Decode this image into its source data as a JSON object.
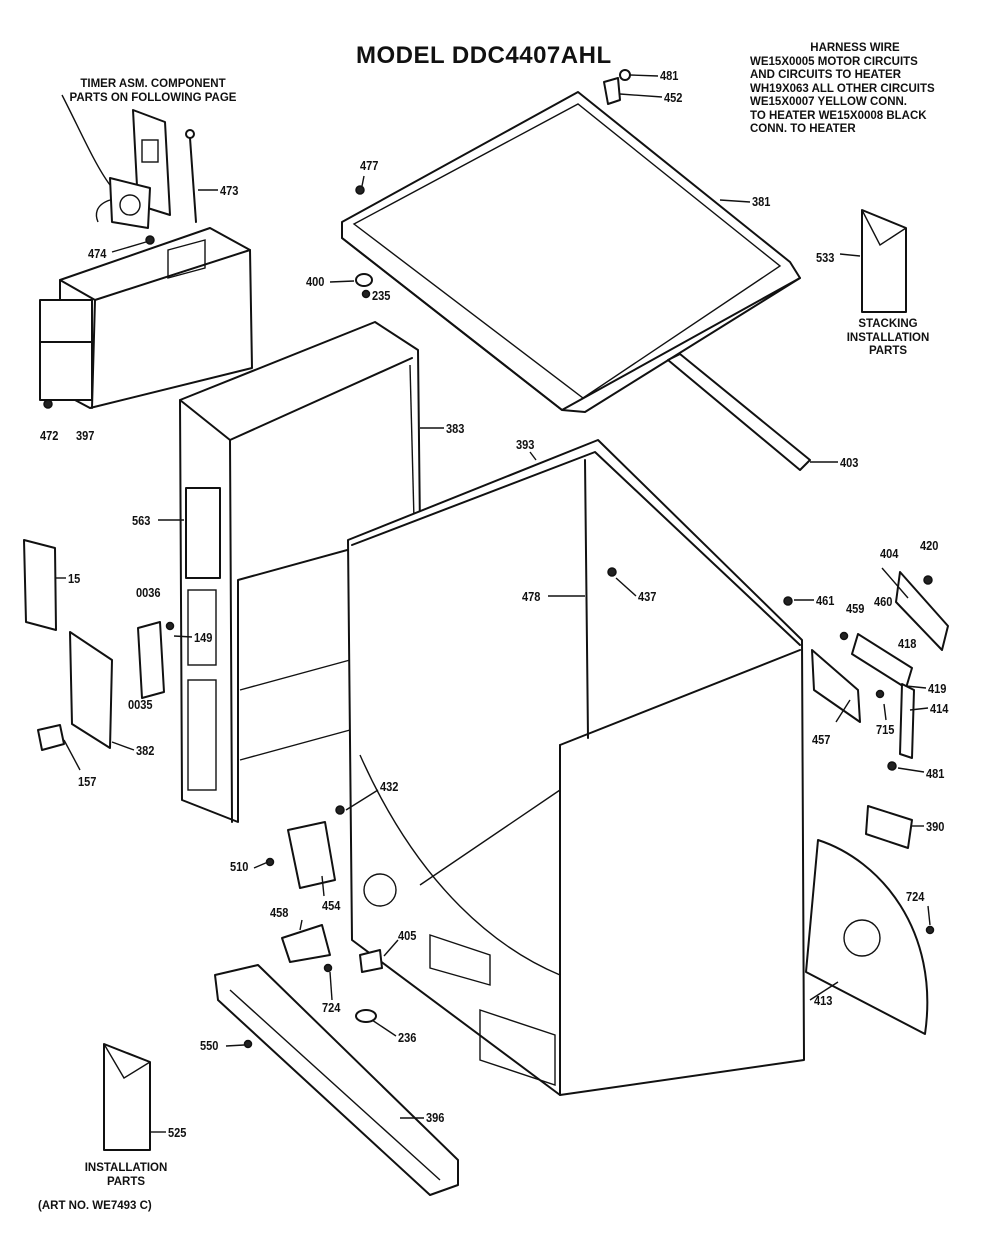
{
  "title": "MODEL DDC4407AHL",
  "notes": {
    "harness_heading": "HARNESS WIRE",
    "harness_lines": [
      "WE15X0005 MOTOR CIRCUITS",
      "AND CIRCUITS TO HEATER",
      "WH19X063 ALL OTHER CIRCUITS",
      "WE15X0007 YELLOW CONN.",
      "TO HEATER   WE15X0008 BLACK",
      "CONN. TO HEATER"
    ],
    "timer_lines": [
      "TIMER ASM. COMPONENT",
      "PARTS ON FOLLOWING PAGE"
    ],
    "stacking_lines": [
      "STACKING",
      "INSTALLATION",
      "PARTS"
    ],
    "installation_lines": [
      "INSTALLATION",
      "PARTS"
    ],
    "art_no": "(ART NO. WE7493 C)"
  },
  "parts": [
    {
      "id": "p481a",
      "label": "481"
    },
    {
      "id": "p452",
      "label": "452"
    },
    {
      "id": "p477",
      "label": "477"
    },
    {
      "id": "p381",
      "label": "381"
    },
    {
      "id": "p473",
      "label": "473"
    },
    {
      "id": "p474",
      "label": "474"
    },
    {
      "id": "p400",
      "label": "400"
    },
    {
      "id": "p235",
      "label": "235"
    },
    {
      "id": "p533",
      "label": "533"
    },
    {
      "id": "p472",
      "label": "472"
    },
    {
      "id": "p397",
      "label": "397"
    },
    {
      "id": "p383",
      "label": "383"
    },
    {
      "id": "p393",
      "label": "393"
    },
    {
      "id": "p403",
      "label": "403"
    },
    {
      "id": "p563",
      "label": "563"
    },
    {
      "id": "p15",
      "label": "15"
    },
    {
      "id": "p0036",
      "label": "0036"
    },
    {
      "id": "p149",
      "label": "149"
    },
    {
      "id": "p0035",
      "label": "0035"
    },
    {
      "id": "p478",
      "label": "478"
    },
    {
      "id": "p437",
      "label": "437"
    },
    {
      "id": "p404",
      "label": "404"
    },
    {
      "id": "p420",
      "label": "420"
    },
    {
      "id": "p461",
      "label": "461"
    },
    {
      "id": "p459",
      "label": "459"
    },
    {
      "id": "p460",
      "label": "460"
    },
    {
      "id": "p418",
      "label": "418"
    },
    {
      "id": "p419",
      "label": "419"
    },
    {
      "id": "p414",
      "label": "414"
    },
    {
      "id": "p457",
      "label": "457"
    },
    {
      "id": "p715",
      "label": "715"
    },
    {
      "id": "p481b",
      "label": "481"
    },
    {
      "id": "p157",
      "label": "157"
    },
    {
      "id": "p382",
      "label": "382"
    },
    {
      "id": "p432",
      "label": "432"
    },
    {
      "id": "p390",
      "label": "390"
    },
    {
      "id": "p510",
      "label": "510"
    },
    {
      "id": "p454",
      "label": "454"
    },
    {
      "id": "p724a",
      "label": "724"
    },
    {
      "id": "p458",
      "label": "458"
    },
    {
      "id": "p405",
      "label": "405"
    },
    {
      "id": "p724b",
      "label": "724"
    },
    {
      "id": "p236",
      "label": "236"
    },
    {
      "id": "p413",
      "label": "413"
    },
    {
      "id": "p550",
      "label": "550"
    },
    {
      "id": "p396",
      "label": "396"
    },
    {
      "id": "p525",
      "label": "525"
    }
  ]
}
